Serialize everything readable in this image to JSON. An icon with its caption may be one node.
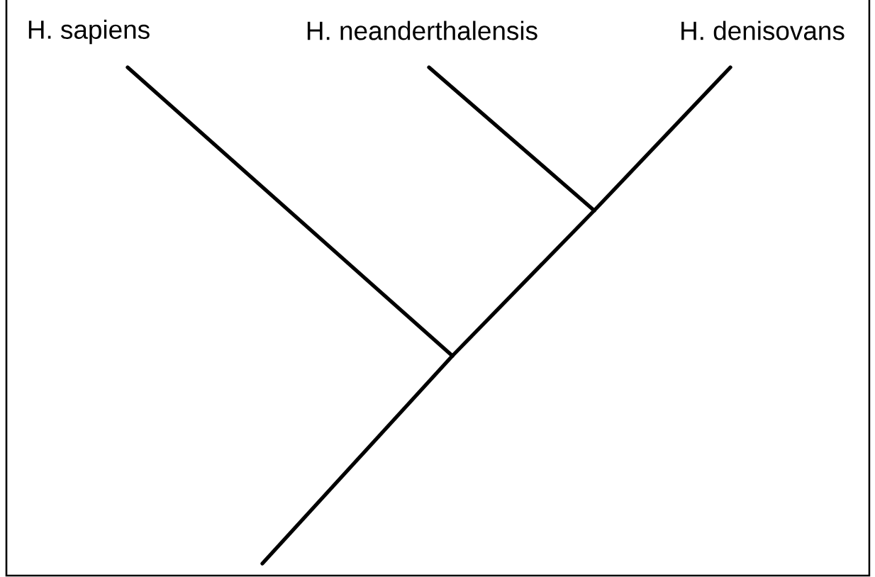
{
  "diagram": {
    "nodes": [
      {
        "text": [
          "H. sapiens"
        ]
      },
      {
        "text": [
          "H. neanderthalensis"
        ]
      },
      {
        "text": [
          "H. denisovans"
        ]
      }
    ],
    "edges": [
      {
        "from": null,
        "to": 0,
        "arrow": "none"
      },
      {
        "from": null,
        "to": 1,
        "arrow": "none"
      },
      {
        "from": null,
        "to": 2,
        "arrow": "none"
      }
    ]
  }
}
